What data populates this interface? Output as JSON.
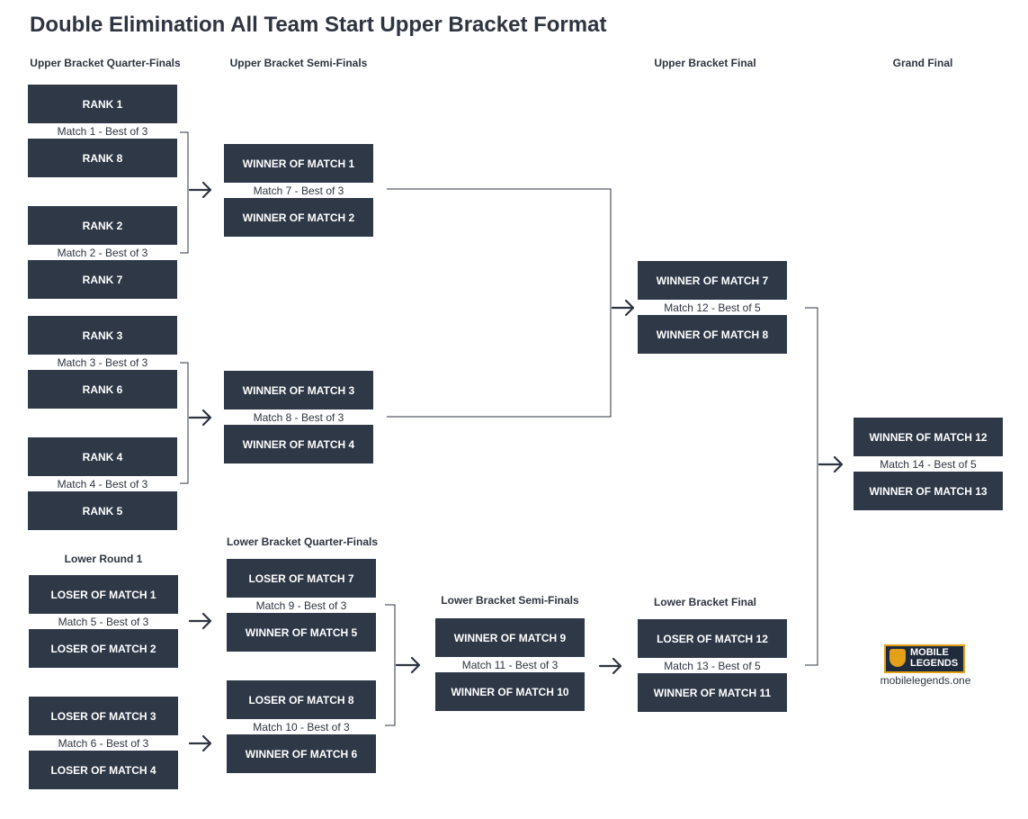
{
  "title": "Double Elimination All Team Start Upper Bracket Format",
  "headers": {
    "ub_qf": "Upper Bracket Quarter-Finals",
    "ub_sf": "Upper Bracket Semi-Finals",
    "ub_final": "Upper Bracket Final",
    "grand_final": "Grand Final",
    "lower_r1": "Lower Round 1",
    "lb_qf": "Lower Bracket Quarter-Finals",
    "lb_sf": "Lower Bracket Semi-Finals",
    "lb_final": "Lower Bracket Final"
  },
  "teams": {
    "rank1": "RANK 1",
    "rank8": "RANK 8",
    "rank2": "RANK 2",
    "rank7": "RANK 7",
    "rank3": "RANK 3",
    "rank6": "RANK 6",
    "rank4": "RANK 4",
    "rank5": "RANK 5",
    "w1": "WINNER OF MATCH 1",
    "w2": "WINNER OF MATCH 2",
    "w3": "WINNER OF MATCH 3",
    "w4": "WINNER OF MATCH 4",
    "w7": "WINNER OF MATCH 7",
    "w8": "WINNER OF MATCH 8",
    "w12": "WINNER OF MATCH 12",
    "w13": "WINNER OF MATCH 13",
    "l1": "LOSER OF MATCH 1",
    "l2": "LOSER OF MATCH 2",
    "l3": "LOSER OF MATCH 3",
    "l4": "LOSER OF MATCH 4",
    "l7": "LOSER OF MATCH 7",
    "w5": "WINNER OF MATCH 5",
    "l8": "LOSER OF MATCH 8",
    "w6": "WINNER OF MATCH 6",
    "w9": "WINNER OF MATCH 9",
    "w10": "WINNER OF MATCH 10",
    "l12": "LOSER OF MATCH 12",
    "w11": "WINNER OF MATCH 11"
  },
  "matches": {
    "m1": "Match 1 - Best of 3",
    "m2": "Match 2 - Best of 3",
    "m3": "Match 3 - Best of 3",
    "m4": "Match 4 - Best of 3",
    "m5": "Match 5 - Best of 3",
    "m6": "Match 6 - Best of 3",
    "m7": "Match 7 - Best of 3",
    "m8": "Match 8 - Best of 3",
    "m9": "Match 9 - Best of 3",
    "m10": "Match 10 - Best of 3",
    "m11": "Match 11 - Best of 3",
    "m12": "Match 12 - Best of 5",
    "m13": "Match 13 - Best of 5",
    "m14": "Match 14 - Best of 5"
  },
  "logo": {
    "line1": "MOBILE",
    "line2": "LEGENDS",
    "site": "mobilelegends.one"
  },
  "colors": {
    "box": "#2e3847",
    "text": "#2e3440",
    "accent": "#e3a11a"
  }
}
